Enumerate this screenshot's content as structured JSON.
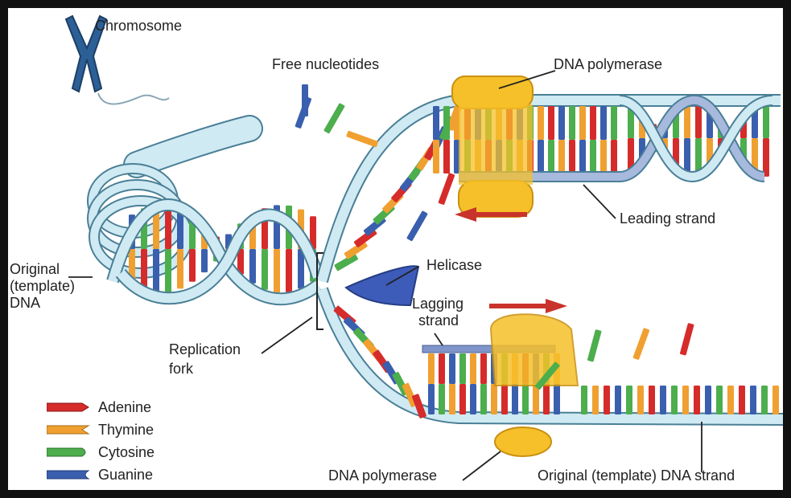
{
  "labels": {
    "chromosome": "Chromosome",
    "free_nucleotides": "Free nucleotides",
    "dna_polymerase_top": "DNA polymerase",
    "leading_strand": "Leading strand",
    "helicase": "Helicase",
    "lagging_strand_line1": "Lagging",
    "lagging_strand_line2": "strand",
    "original_dna_line1": "Original",
    "original_dna_line2": "(template)",
    "original_dna_line3": "DNA",
    "replication_fork_line1": "Replication",
    "replication_fork_line2": "fork",
    "dna_polymerase_bottom": "DNA polymerase",
    "original_template_strand": "Original (template) DNA strand"
  },
  "legend": [
    {
      "name": "Adenine",
      "color": "#d62b2b",
      "icon": "adenine-icon"
    },
    {
      "name": "Thymine",
      "color": "#f0a030",
      "icon": "thymine-icon"
    },
    {
      "name": "Cytosine",
      "color": "#4cae4c",
      "icon": "cytosine-icon"
    },
    {
      "name": "Guanine",
      "color": "#3a5fae",
      "icon": "guanine-icon"
    }
  ],
  "colors": {
    "backbone": "#bfe3ee",
    "backbone_edge": "#4a7f96",
    "polymerase": "#f6c02a",
    "helicase": "#3d5bb8",
    "arrow": "#c8332b",
    "chromosome": "#2d5f97"
  }
}
